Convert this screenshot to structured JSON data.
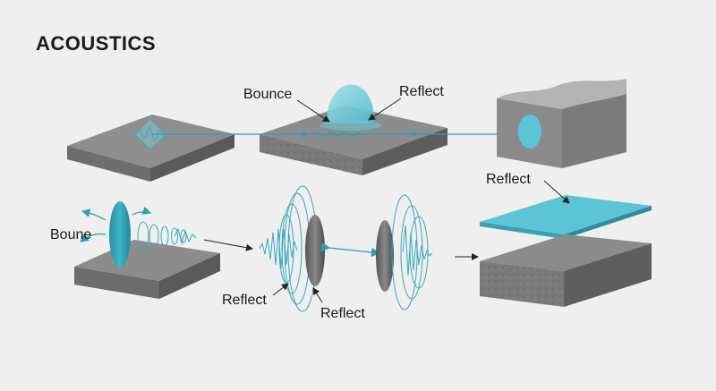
{
  "title": "ACOUSTICS",
  "labels": {
    "bounce_top": "Bounce",
    "reflect_top": "Reflect",
    "reflect_right": "Reflect",
    "boune_left": "Boune",
    "reflect_bottom_left": "Reflect",
    "reflect_bottom_mid": "Reflect"
  },
  "colors": {
    "accent": "#5cc4d4",
    "accent_dark": "#2aa0b4",
    "slab_top": "#8e8e8e",
    "slab_front": "#6e6e6e",
    "slab_side": "#5a5a5a",
    "background": "#efefef"
  }
}
